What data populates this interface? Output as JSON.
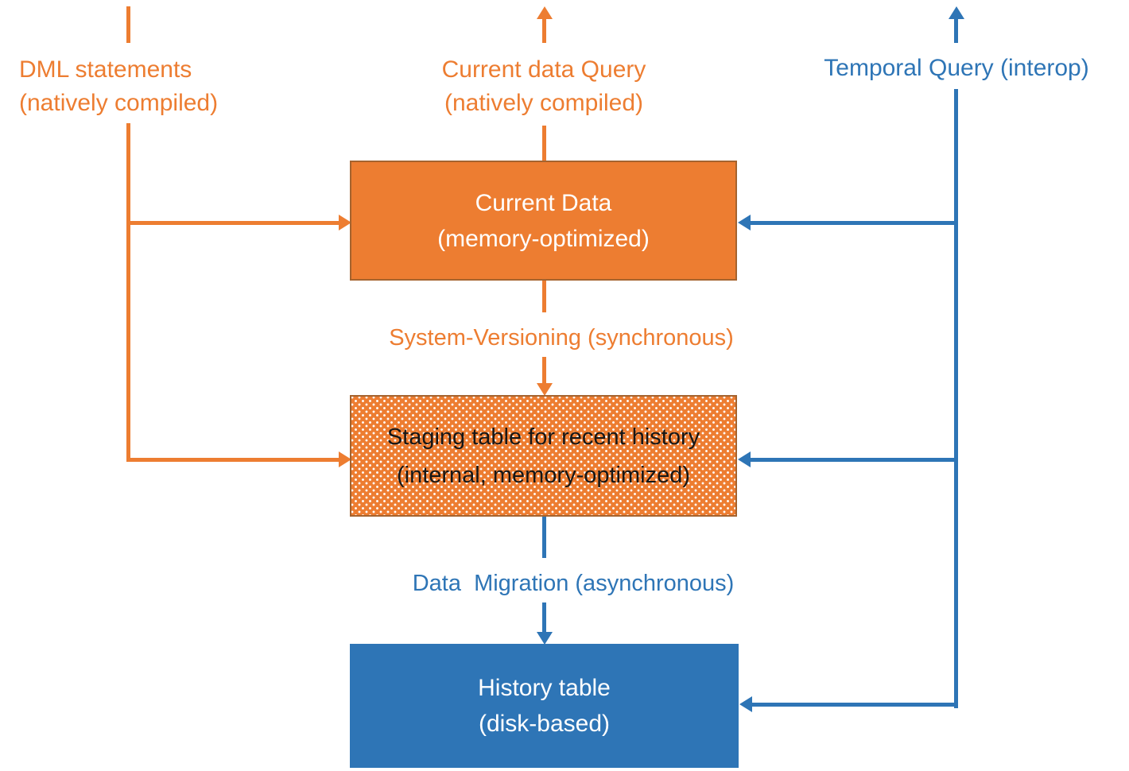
{
  "colors": {
    "orange": "#ED7D31",
    "orange_dark": "#A5632E",
    "blue": "#2E75B6"
  },
  "top_labels": {
    "dml": "DML statements\n(natively compiled)",
    "current_query": "Current data Query\n(natively compiled)",
    "temporal_query": "Temporal Query (interop)"
  },
  "edge_labels": {
    "system_versioning": "System-Versioning (synchronous)",
    "data_migration": "Data  Migration (asynchronous)"
  },
  "nodes": {
    "current_data": "Current Data\n(memory-optimized)",
    "staging": "Staging table for recent history\n(internal, memory-optimized)",
    "history": "History table\n(disk-based)"
  }
}
